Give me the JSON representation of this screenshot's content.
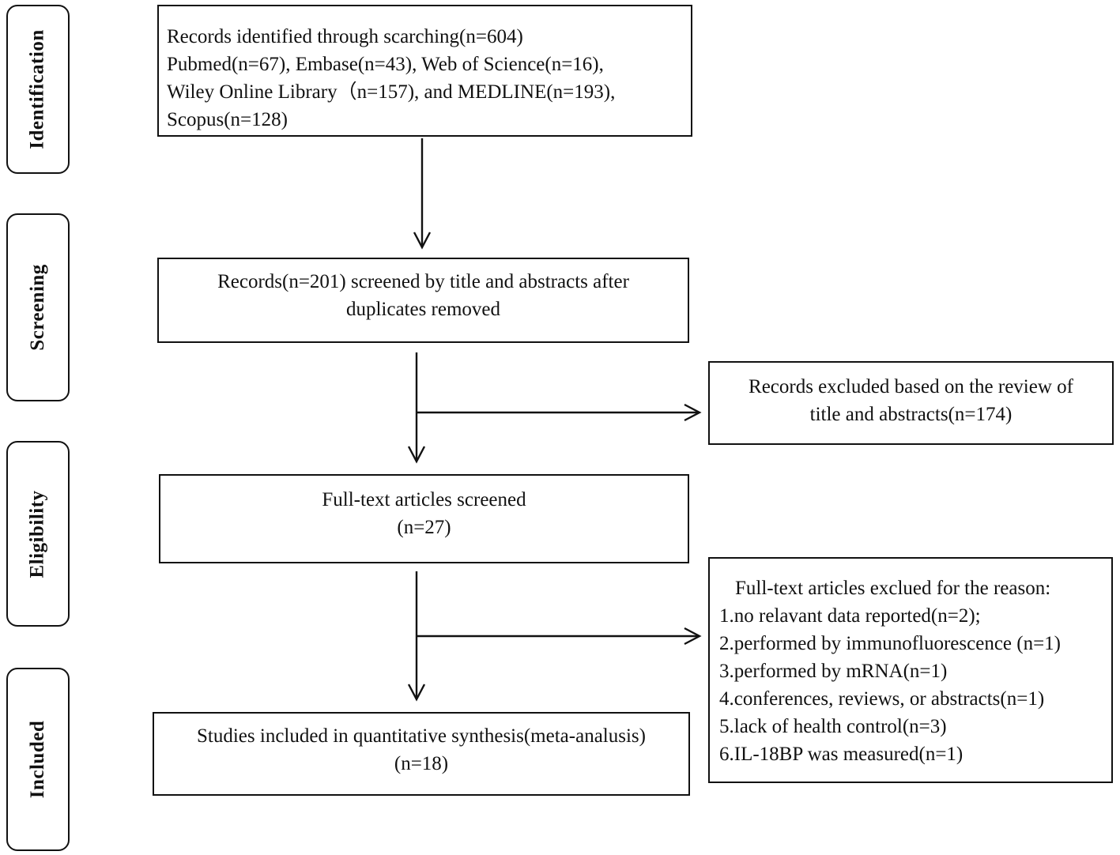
{
  "stages": {
    "identification": "Identification",
    "screening": "Screening",
    "eligibility": "Eligibility",
    "included": "Included"
  },
  "boxes": {
    "identified": [
      "Records identified through scarching(n=604)",
      "Pubmed(n=67), Embase(n=43), Web of Science(n=16),",
      "Wiley Online Library（n=157), and MEDLINE(n=193),",
      "Scopus(n=128)"
    ],
    "screened": [
      "Records(n=201) screened by title and abstracts after",
      "duplicates removed"
    ],
    "excluded_title": [
      "Records excluded based on the review of",
      "title and abstracts(n=174)"
    ],
    "fulltext": [
      "Full-text articles screened",
      "(n=27)"
    ],
    "excluded_fulltext": {
      "heading": "Full-text articles exclued for the reason:",
      "reasons": [
        "1.no relavant data reported(n=2);",
        "2.performed by immunofluorescence (n=1)",
        "3.performed by mRNA(n=1)",
        "4.conferences, reviews, or abstracts(n=1)",
        "5.lack of health control(n=3)",
        "6.IL-18BP was measured(n=1)"
      ]
    },
    "included": [
      "Studies included in quantitative synthesis(meta-analusis)",
      "(n=18)"
    ]
  }
}
